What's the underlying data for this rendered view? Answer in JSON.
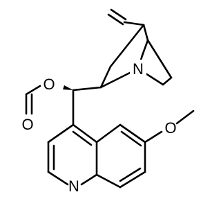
{
  "molecule": {
    "atoms": {
      "n_bridgehead": "N",
      "o_ester": "O",
      "o_carbonyl": "O",
      "n_quinoline": "N",
      "o_methoxy": "O"
    }
  }
}
